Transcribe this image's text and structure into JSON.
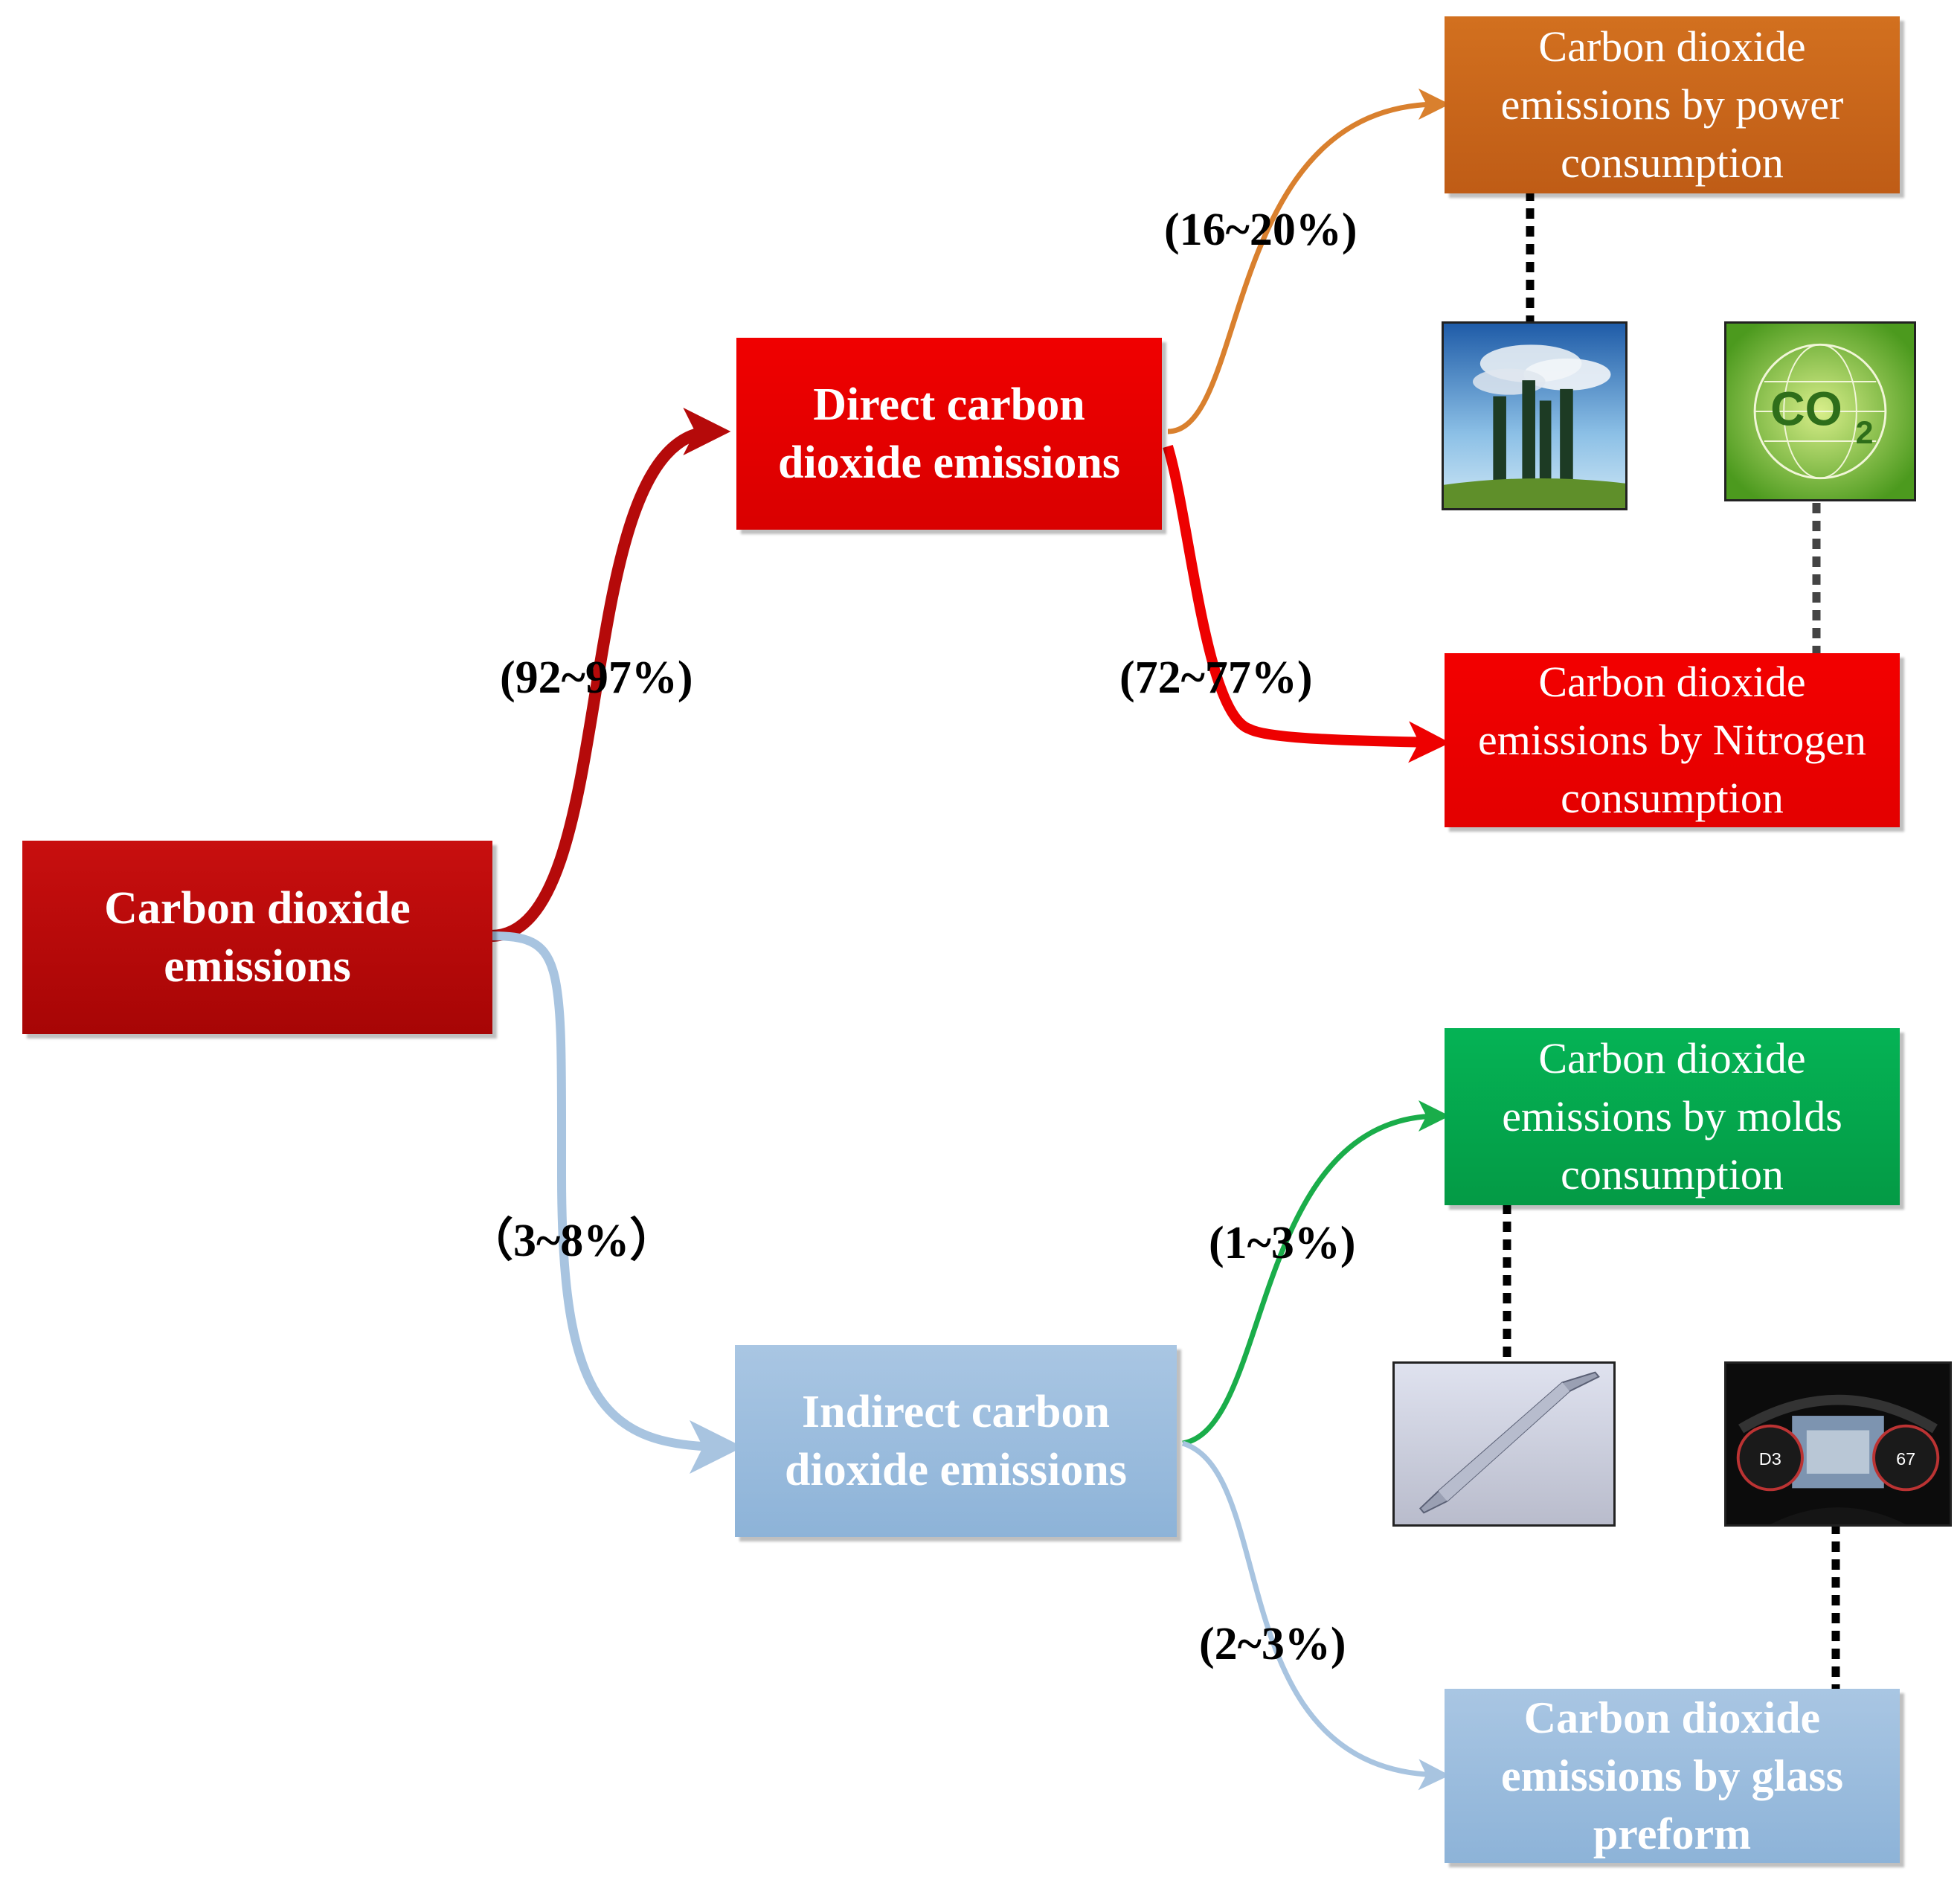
{
  "colors": {
    "root": "#b50a0a",
    "direct": "#e60000",
    "indirect": "#95b9dc",
    "power": "#c8621a",
    "nitrogen": "#ee0000",
    "molds": "#00a64a",
    "glass": "#95b9dc"
  },
  "nodes": {
    "root": "Carbon dioxide\nemissions",
    "direct": "Direct carbon\ndioxide emissions",
    "indirect": "Indirect carbon\ndioxide emissions",
    "power": "Carbon dioxide\nemissions by power\nconsumption",
    "nitrogen": "Carbon dioxide\nemissions by Nitrogen\nconsumption",
    "molds": "Carbon dioxide\nemissions by molds\nconsumption",
    "glass": "Carbon dioxide\nemissions by glass\npreform"
  },
  "percentages": {
    "direct": "(92~97%)",
    "indirect": "（3~8%）",
    "power": "(16~20%)",
    "nitrogen": "(72~77%)",
    "molds": "(1~3%)",
    "glass": "(2~3%)"
  },
  "images": {
    "co2_badge_text": "CO",
    "co2_badge_sub": "2",
    "dash_left": "D3",
    "dash_right": "67"
  }
}
